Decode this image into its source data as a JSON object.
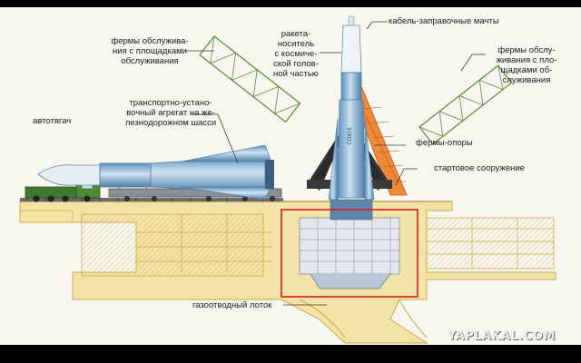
{
  "labels": {
    "service_trusses_left": "фермы обслужива-\nния с площадками\nобслуживания",
    "launch_vehicle": "ракета-\nноситель\nс космиче-\nской голов-\nной частью",
    "fuel_masts": "кабель-заправочные мачты",
    "service_trusses_right": "фермы обслу-\nживания с пло-\nщадками об-\nслуживания",
    "tractor": "автотягач",
    "erector": "транспортно-устано-\nвочный агрегат на же-\nлезнодорожном шасси",
    "support_trusses": "фермы-опоры",
    "launch_structure": "стартовое сооружение",
    "flame_trench": "газоотводный лоток"
  },
  "watermark": "YAPLAKAL.COM",
  "colors": {
    "background": "#f7f7ef",
    "structure": "#f4e3a6",
    "structure_line": "#c9a84a",
    "rocket_blue": "#8fb8d8",
    "tower_orange": "#e8782a",
    "callout_line": "#3a3a3a",
    "highlight_red": "#d42020",
    "truss_green": "#5a8a3a"
  }
}
